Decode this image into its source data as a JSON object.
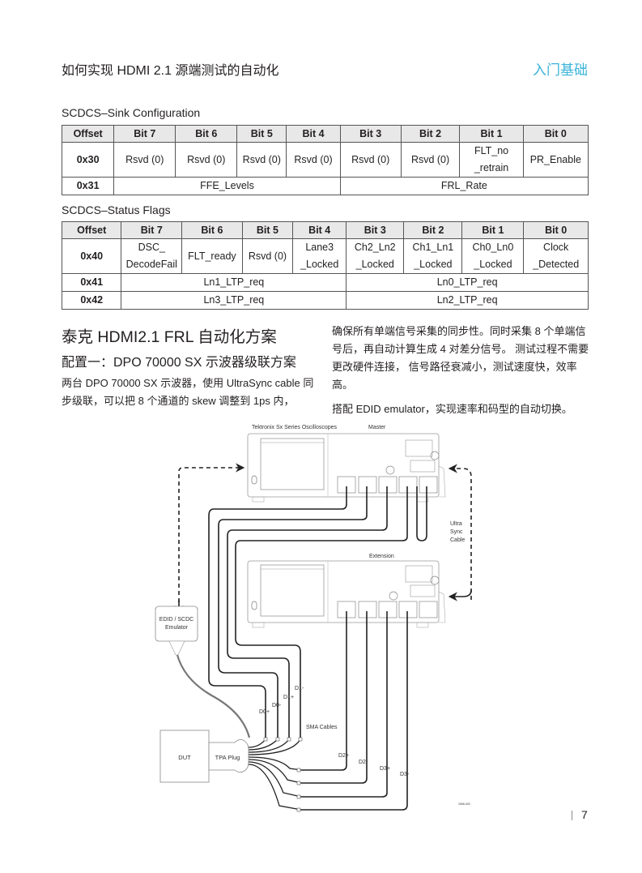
{
  "header": {
    "title": "如何实现 HDMI 2.1 源端测试的自动化",
    "section": "入门基础",
    "accent_color": "#3bb3d9"
  },
  "table1": {
    "caption": "SCDCS–Sink Configuration",
    "headers": [
      "Offset",
      "Bit 7",
      "Bit 6",
      "Bit 5",
      "Bit 4",
      "Bit 3",
      "Bit 2",
      "Bit 1",
      "Bit 0"
    ],
    "row1": {
      "offset": "0x30",
      "cells": [
        "Rsvd (0)",
        "Rsvd (0)",
        "Rsvd (0)",
        "Rsvd (0)",
        "Rsvd (0)",
        "Rsvd (0)"
      ],
      "bit1_line1": "FLT_no",
      "bit1_line2": "_retrain",
      "bit0": "PR_Enable"
    },
    "row2": {
      "offset": "0x31",
      "high": "FFE_Levels",
      "low": "FRL_Rate"
    }
  },
  "table2": {
    "caption": "SCDCS–Status Flags",
    "headers": [
      "Offset",
      "Bit 7",
      "Bit 6",
      "Bit 5",
      "Bit 4",
      "Bit 3",
      "Bit 2",
      "Bit 1",
      "Bit 0"
    ],
    "row1": {
      "offset": "0x40",
      "bit7_line1": "DSC_",
      "bit7_line2": "DecodeFail",
      "bit6": "FLT_ready",
      "bit5": "Rsvd (0)",
      "bit4_line1": "Lane3",
      "bit4_line2": "_Locked",
      "bit3_line1": "Ch2_Ln2",
      "bit3_line2": "_Locked",
      "bit2_line1": "Ch1_Ln1",
      "bit2_line2": "_Locked",
      "bit1_line1": "Ch0_Ln0",
      "bit1_line2": "_Locked",
      "bit0_line1": "Clock",
      "bit0_line2": "_Detected"
    },
    "row2": {
      "offset": "0x41",
      "high": "Ln1_LTP_req",
      "low": "Ln0_LTP_req"
    },
    "row3": {
      "offset": "0x42",
      "high": "Ln3_LTP_req",
      "low": "Ln2_LTP_req"
    }
  },
  "article": {
    "heading": "泰克 HDMI2.1 FRL 自动化方案",
    "subheading": "配置一：DPO 70000 SX 示波器级联方案",
    "left_para": "两台 DPO 70000 SX 示波器，使用 UltraSync cable 同步级联，可以把 8 个通道的 skew 调整到 1ps 内，",
    "right_para": "确保所有单端信号采集的同步性。同时采集 8 个单端信号后，再自动计算生成 4 对差分信号。 测试过程不需要更改硬件连接， 信号路径衰减小，测试速度快，效率高。",
    "right_para2": "搭配 EDID emulator，实现速率和码型的自动切换。"
  },
  "diagram": {
    "scope_series_label": "Tektronix Sx Series Oscilloscopes",
    "master_label": "Master",
    "extension_label": "Extension",
    "ultrasync_label_1": "Ultra",
    "ultrasync_label_2": "Sync",
    "ultrasync_label_3": "Cable",
    "emulator_label_1": "EDID / SCDC",
    "emulator_label_2": "Emulator",
    "dut_label": "DUT",
    "tpa_label": "TPA Plug",
    "sma_label": "SMA Cables",
    "signals": [
      "D0+",
      "D0-",
      "D1+",
      "D1-",
      "D2+",
      "D2-",
      "D3+",
      "D3-"
    ],
    "figure_id": "1506-002"
  },
  "footer": {
    "page_number": "7"
  }
}
